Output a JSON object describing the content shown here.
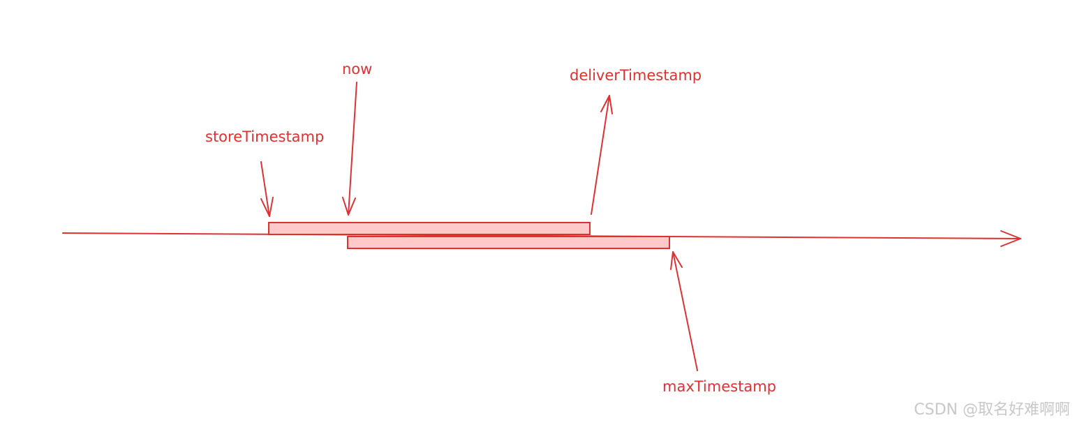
{
  "labels": {
    "now": "now",
    "store_timestamp": "storeTimestamp",
    "deliver_timestamp": "deliverTimestamp",
    "max_timestamp": "maxTimestamp"
  },
  "watermark": "CSDN @取名好难啊啊",
  "colors": {
    "stroke": "#e03131",
    "bar_fill": "#ffc9c9",
    "watermark": "#c8c8c8"
  }
}
